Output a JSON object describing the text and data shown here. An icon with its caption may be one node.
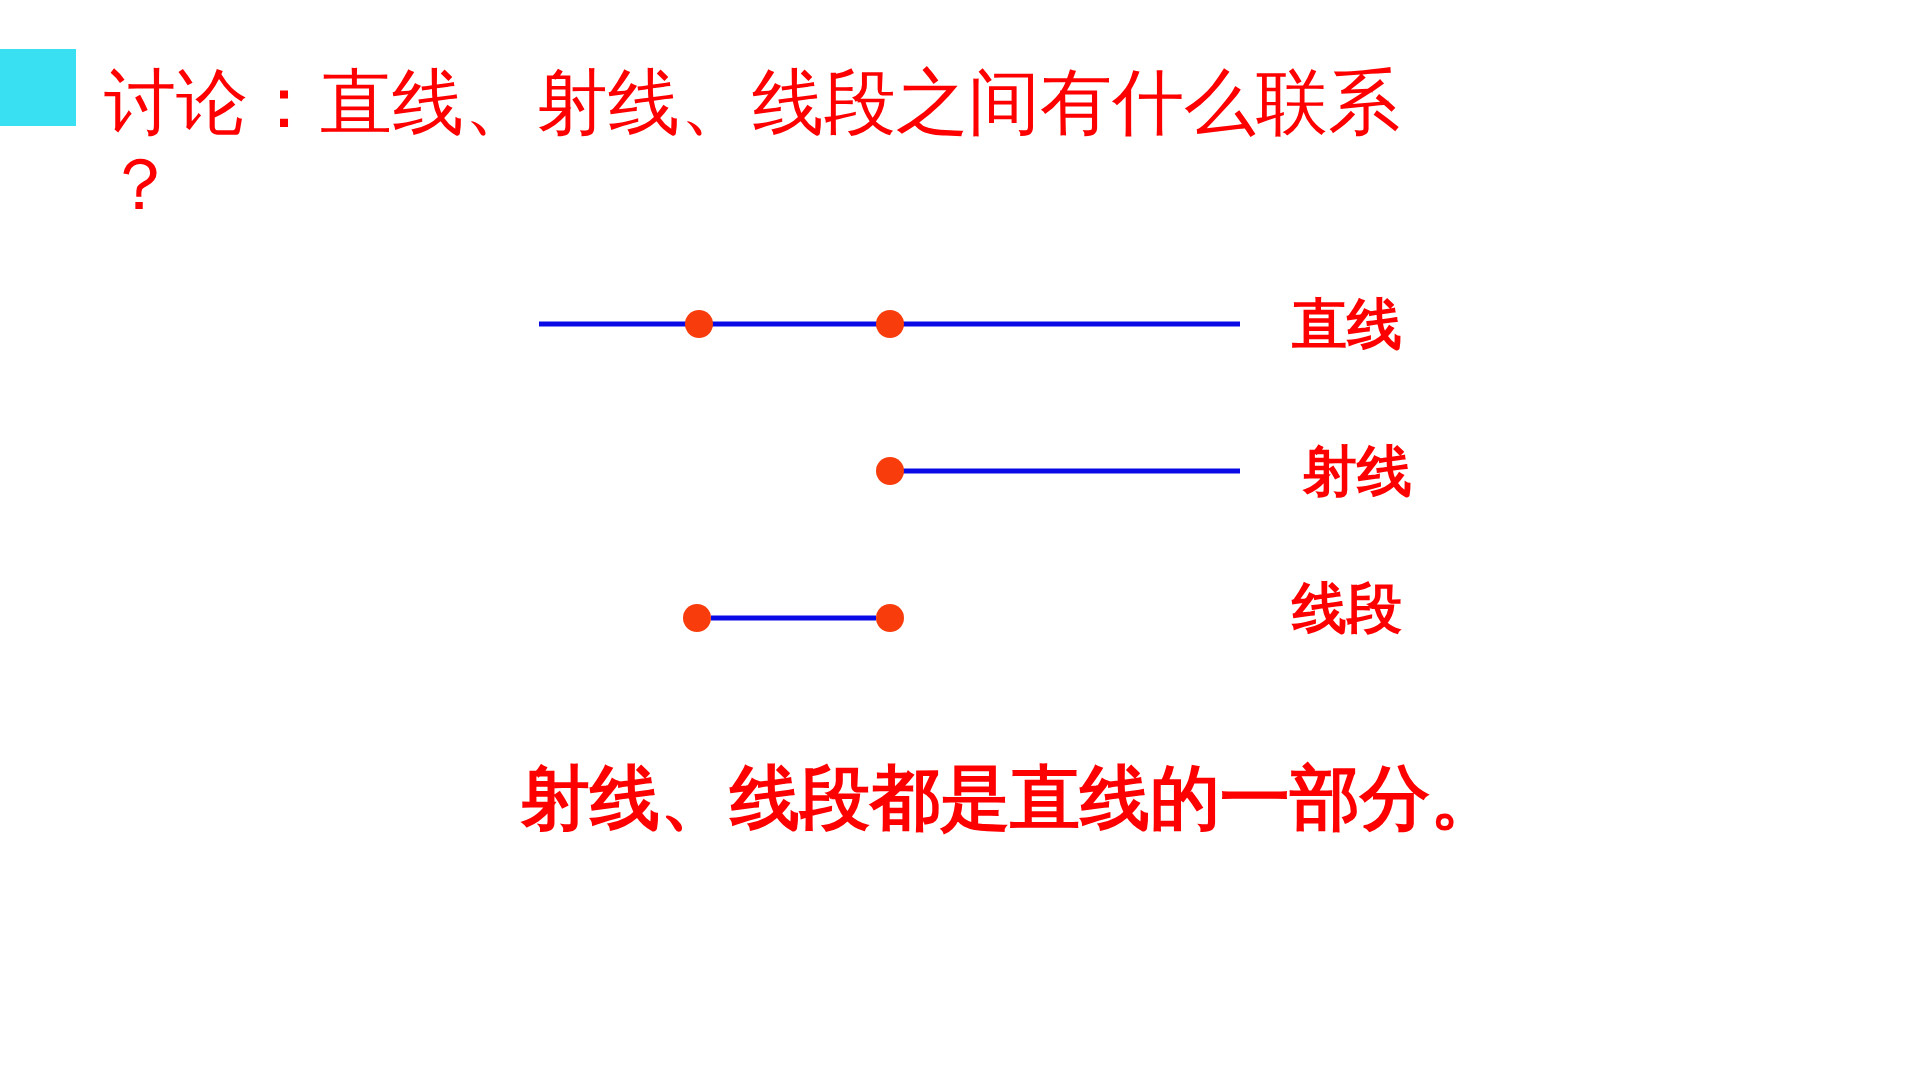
{
  "diagram": {
    "title": "讨论：直线、射线、线段之间有什么联系？",
    "nodes": [
      {
        "text": [],
        "shape": "circle"
      },
      {
        "text": [],
        "shape": "circle"
      },
      {
        "text": [],
        "shape": "circle"
      },
      {
        "text": [],
        "shape": "circle"
      },
      {
        "text": [],
        "shape": "circle"
      }
    ],
    "edges": [
      {
        "from": 3,
        "to": 4,
        "arrow": "none"
      }
    ],
    "labels": [
      "直线",
      "射线",
      "线段",
      "射线、线段都是直线的一部分。"
    ]
  }
}
